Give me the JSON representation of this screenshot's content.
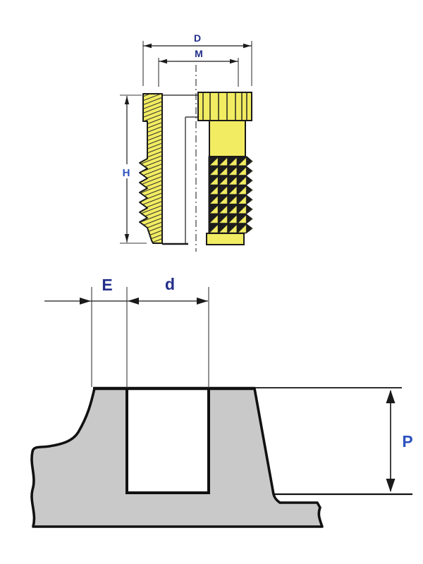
{
  "drawing": {
    "type": "technical-diagram-threaded-insert-and-boss-section",
    "labels": {
      "D": "D",
      "M": "M",
      "H": "H",
      "E": "E",
      "d": "d",
      "P": "P"
    }
  },
  "colors": {
    "background": "#ffffff",
    "insert_yellow": "#f2ec62",
    "knurl_dark": "#1c1c1c",
    "section_gray": "#c9c9c9",
    "outline": "#111111",
    "dim_label_navy": "#232f8a",
    "dim_label_blue": "#2d52c0"
  }
}
